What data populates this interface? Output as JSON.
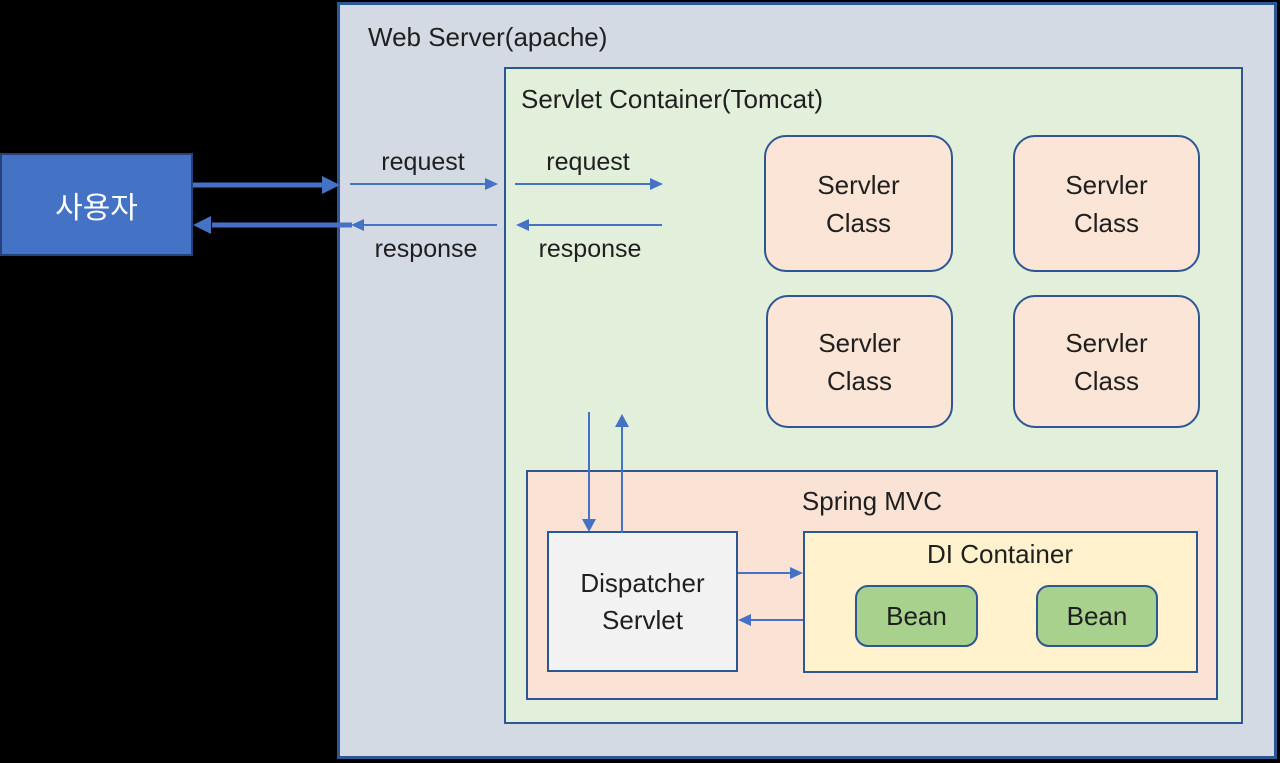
{
  "user_box": {
    "label": "사용자"
  },
  "web_server": {
    "title": "Web Server(apache)",
    "request_label": "request",
    "response_label": "response"
  },
  "servlet_container": {
    "title": "Servlet Container(Tomcat)",
    "request_label": "request",
    "response_label": "response",
    "servlet_classes": [
      {
        "label": "Servler\nClass"
      },
      {
        "label": "Servler\nClass"
      },
      {
        "label": "Servler\nClass"
      },
      {
        "label": "Servler\nClass"
      }
    ],
    "spring_mvc": {
      "title": "Spring MVC",
      "dispatcher_servlet": {
        "label": "Dispatcher\nServlet"
      },
      "di_container": {
        "title": "DI Container",
        "beans": [
          {
            "label": "Bean"
          },
          {
            "label": "Bean"
          }
        ]
      }
    }
  },
  "colors": {
    "background": "#000000",
    "border": "#2e5693",
    "arrow": "#4472c4",
    "user_box_fill": "#4472c4",
    "web_server_fill": "#d3dae4",
    "servlet_container_fill": "#e2efda",
    "servlet_class_fill": "#fbe5d6",
    "spring_mvc_fill": "#fae2d5",
    "dispatcher_fill": "#f2f2f2",
    "di_container_fill": "#fff2cc",
    "bean_fill": "#a9d18e"
  }
}
